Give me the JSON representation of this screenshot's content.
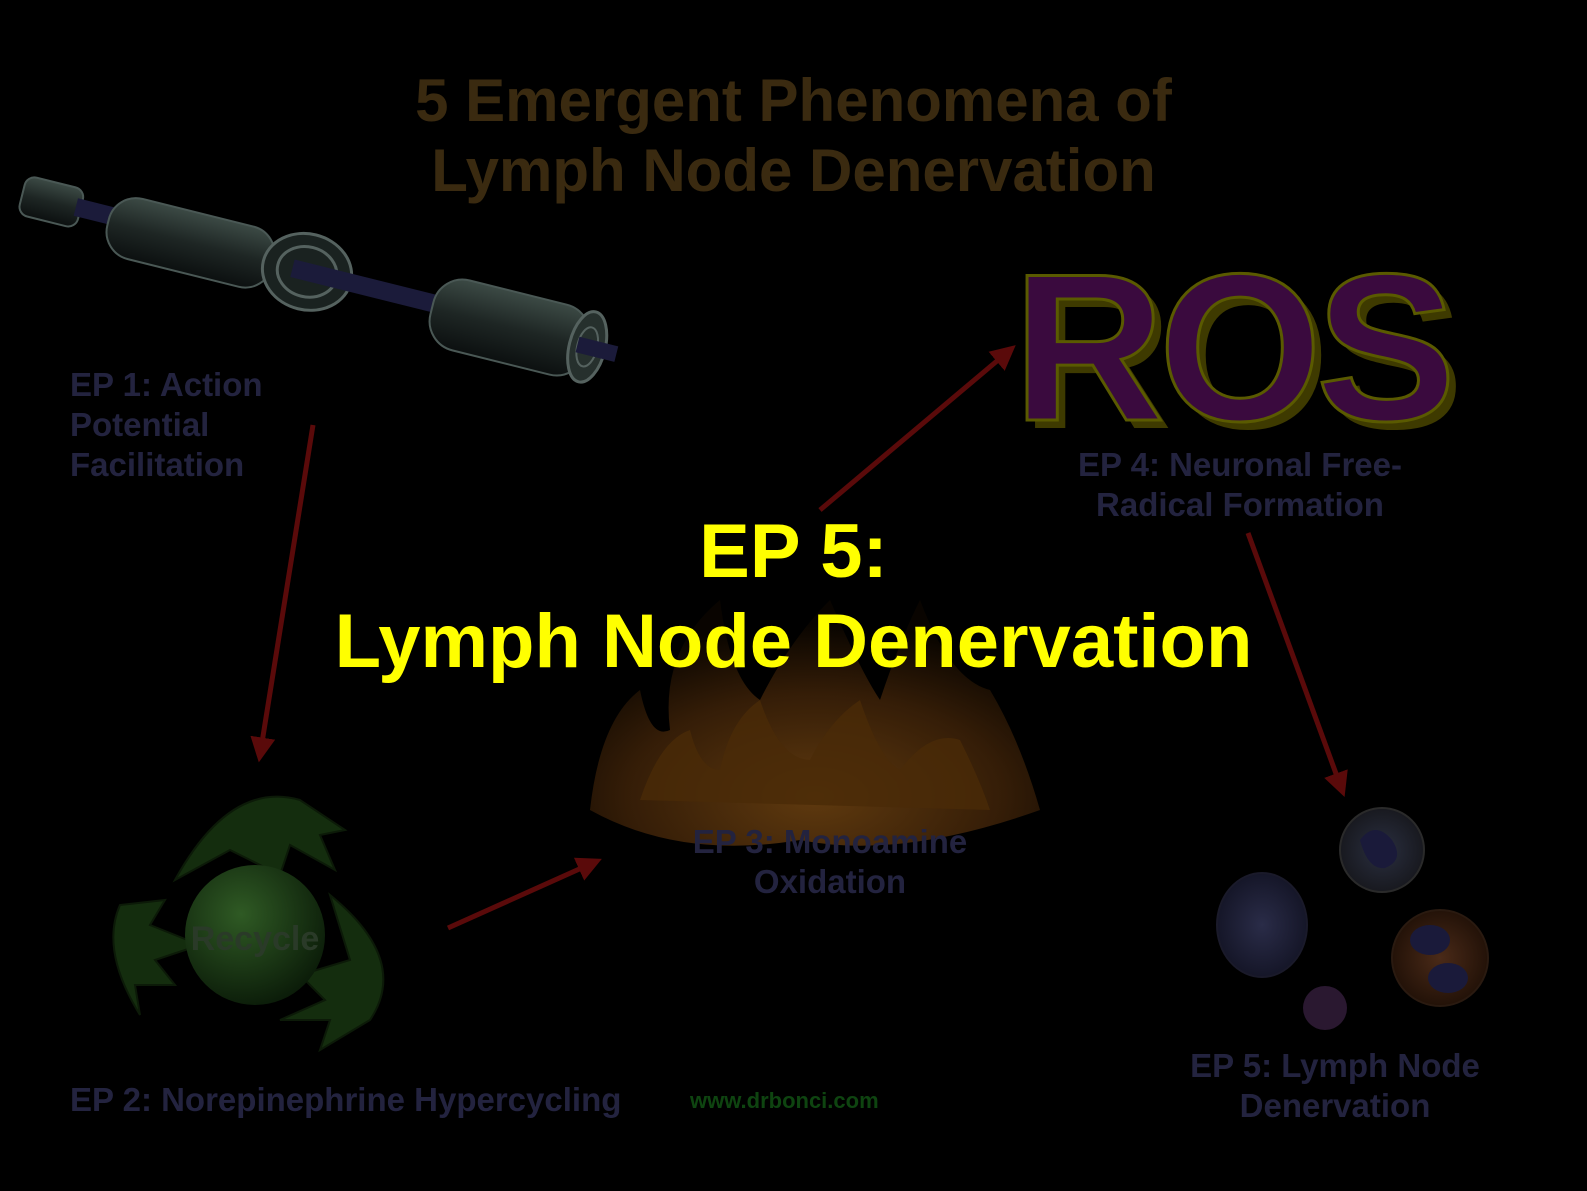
{
  "title": {
    "line1": "5 Emergent Phenomena of",
    "line2": "Lymph Node Denervation"
  },
  "nodes": {
    "ep1": "EP 1: Action Potential Facilitation",
    "ep2": "EP 2: Norepinephrine Hypercycling",
    "ep3": "EP 3: Monoamine Oxidation",
    "ep4": "EP 4: Neuronal Free-Radical Formation",
    "ep5": "EP 5: Lymph Node Denervation"
  },
  "images": {
    "recycle_label": "Recycle",
    "ros_label": "ROS"
  },
  "website": "www.drbonci.com",
  "overlay": {
    "line1": "EP 5:",
    "line2": "Lymph Node Denervation"
  },
  "colors": {
    "background": "#000000",
    "overlay_text": "#ffff00",
    "arrow": "#5a0a0a",
    "title": "#3a2a10",
    "labels": "#23233f"
  }
}
